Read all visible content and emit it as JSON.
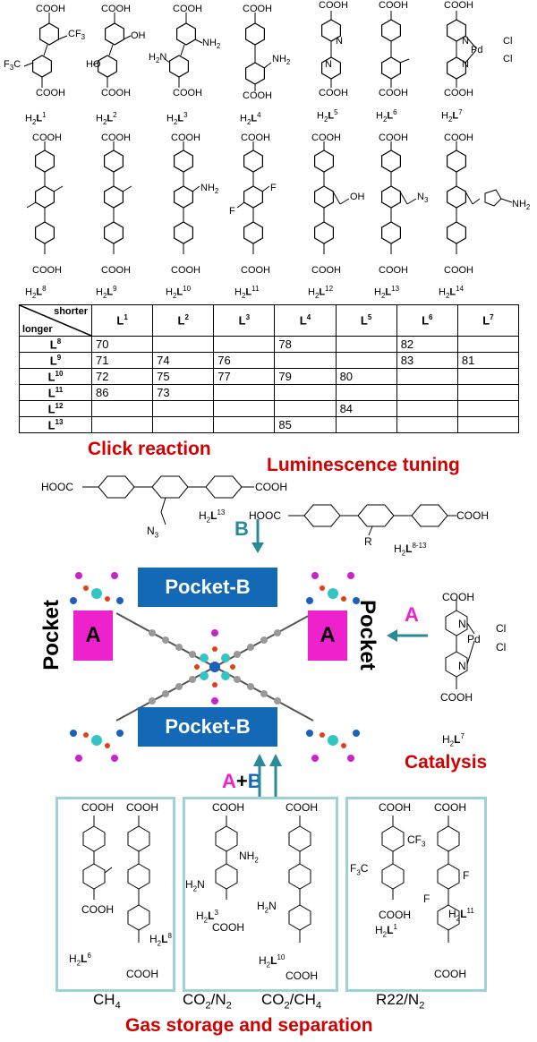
{
  "ligands_row1": [
    {
      "label_prefix": "H",
      "label_sub": "2",
      "label_main": "L",
      "label_sup": "1",
      "subst": "CF3"
    },
    {
      "label_prefix": "H",
      "label_sub": "2",
      "label_main": "L",
      "label_sup": "2",
      "subst": "OH"
    },
    {
      "label_prefix": "H",
      "label_sub": "2",
      "label_main": "L",
      "label_sup": "3",
      "subst": "NH2"
    },
    {
      "label_prefix": "H",
      "label_sub": "2",
      "label_main": "L",
      "label_sup": "4",
      "subst": "NH2"
    },
    {
      "label_prefix": "H",
      "label_sub": "2",
      "label_main": "L",
      "label_sup": "5",
      "subst": "N"
    },
    {
      "label_prefix": "H",
      "label_sub": "2",
      "label_main": "L",
      "label_sup": "6",
      "subst": ""
    },
    {
      "label_prefix": "H",
      "label_sub": "2",
      "label_main": "L",
      "label_sup": "7",
      "subst": "Pd"
    }
  ],
  "ligands_row2": [
    {
      "label_prefix": "H",
      "label_sub": "2",
      "label_main": "L",
      "label_sup": "8"
    },
    {
      "label_prefix": "H",
      "label_sub": "2",
      "label_main": "L",
      "label_sup": "9"
    },
    {
      "label_prefix": "H",
      "label_sub": "2",
      "label_main": "L",
      "label_sup": "10"
    },
    {
      "label_prefix": "H",
      "label_sub": "2",
      "label_main": "L",
      "label_sup": "11"
    },
    {
      "label_prefix": "H",
      "label_sub": "2",
      "label_main": "L",
      "label_sup": "12"
    },
    {
      "label_prefix": "H",
      "label_sub": "2",
      "label_main": "L",
      "label_sup": "13"
    },
    {
      "label_prefix": "H",
      "label_sub": "2",
      "label_main": "L",
      "label_sup": "14"
    }
  ],
  "chem_text": {
    "cooh": "COOH",
    "cf3": "CF",
    "f3c": "F",
    "oh": "OH",
    "ho": "HO",
    "nh2": "NH",
    "h2n": "H",
    "n": "N",
    "cl": "Cl",
    "pd": "Pd",
    "f": "F",
    "n3": "N",
    "hooc": "HOOC",
    "r": "R"
  },
  "table": {
    "corner_top": "shorter",
    "corner_bottom": "longer",
    "columns": [
      "L1",
      "L2",
      "L3",
      "L4",
      "L5",
      "L6",
      "L7"
    ],
    "rows": [
      {
        "head": "L8",
        "cells": [
          "70",
          "",
          "",
          "78",
          "",
          "82",
          ""
        ]
      },
      {
        "head": "L9",
        "cells": [
          "71",
          "74",
          "76",
          "",
          "",
          "83",
          "81"
        ]
      },
      {
        "head": "L10",
        "cells": [
          "72",
          "75",
          "77",
          "79",
          "80",
          "",
          ""
        ]
      },
      {
        "head": "L11",
        "cells": [
          "86",
          "73",
          "",
          "",
          "",
          "",
          ""
        ]
      },
      {
        "head": "L12",
        "cells": [
          "",
          "",
          "",
          "",
          "84",
          "",
          ""
        ]
      },
      {
        "head": "L13",
        "cells": [
          "",
          "",
          "",
          "85",
          "",
          "",
          ""
        ]
      }
    ]
  },
  "annotations": {
    "click_reaction": "Click reaction",
    "luminescence": "Luminescence tuning",
    "catalysis": "Catalysis",
    "gas": "Gas storage and separation",
    "pocket_b_top": "Pocket-B",
    "pocket_b_bottom": "Pocket-B",
    "pocket_a": "A",
    "pocket_word": "Pocket",
    "arrow_b": "B",
    "arrow_a": "A",
    "arrow_ab_a": "A",
    "arrow_ab_plus": "+",
    "arrow_ab_b": "B",
    "h2l13": "H",
    "h2l8_13": "H",
    "h2l7": "H"
  },
  "gas_labels": [
    {
      "main": "CH",
      "sub": "4"
    },
    {
      "main": "CO",
      "sub": "2",
      "slash": "/N",
      "sub2": "2"
    },
    {
      "main": "CO",
      "sub": "2",
      "slash": "/CH",
      "sub2": "4"
    },
    {
      "main": "R22/N",
      "sub": "2"
    }
  ],
  "colors": {
    "red": "#d40000",
    "blue": "#1469b6",
    "magenta": "#ee22cc",
    "teal": "#2a8a9a",
    "box_border": "#9fd1da",
    "cyan_atom": "#35c4c4",
    "orange_atom": "#e0401a",
    "blue_atom": "#1a60c0",
    "purple_atom": "#cc22cc",
    "grey_atom": "#888888"
  }
}
